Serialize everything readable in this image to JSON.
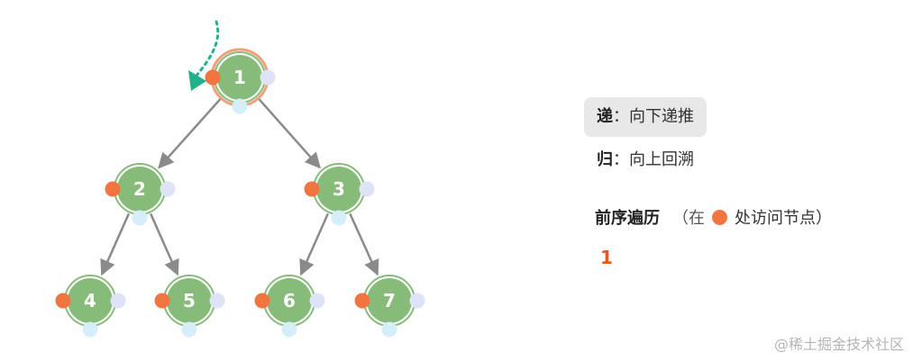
{
  "tree": {
    "nodes": [
      {
        "id": "1",
        "label": "1",
        "highlighted": true
      },
      {
        "id": "2",
        "label": "2",
        "highlighted": false
      },
      {
        "id": "3",
        "label": "3",
        "highlighted": false
      },
      {
        "id": "4",
        "label": "4",
        "highlighted": false
      },
      {
        "id": "5",
        "label": "5",
        "highlighted": false
      },
      {
        "id": "6",
        "label": "6",
        "highlighted": false
      },
      {
        "id": "7",
        "label": "7",
        "highlighted": false
      }
    ],
    "edges": [
      [
        "1",
        "2"
      ],
      [
        "1",
        "3"
      ],
      [
        "2",
        "4"
      ],
      [
        "2",
        "5"
      ],
      [
        "3",
        "6"
      ],
      [
        "3",
        "7"
      ]
    ]
  },
  "colors": {
    "node_fill": "#86bb7a",
    "node_ring": "#86bb7a",
    "highlight_ring": "#f0a07a",
    "left_dot": "#f07541",
    "right_dot": "#dfe3f7",
    "bottom_dot": "#d6eefa",
    "edge": "#8a8a8a",
    "arrow": "#23b08d",
    "result": "#e05a1f"
  },
  "legend": {
    "recurse_key": "递",
    "recurse_sep": "：",
    "recurse_text": "向下递推",
    "return_key": "归",
    "return_sep": "：",
    "return_text": "向上回溯"
  },
  "traversal": {
    "title": "前序遍历",
    "hint_open": "（在",
    "hint_close": "处访问节点）",
    "result": "1"
  },
  "watermark": "@稀土掘金技术社区"
}
